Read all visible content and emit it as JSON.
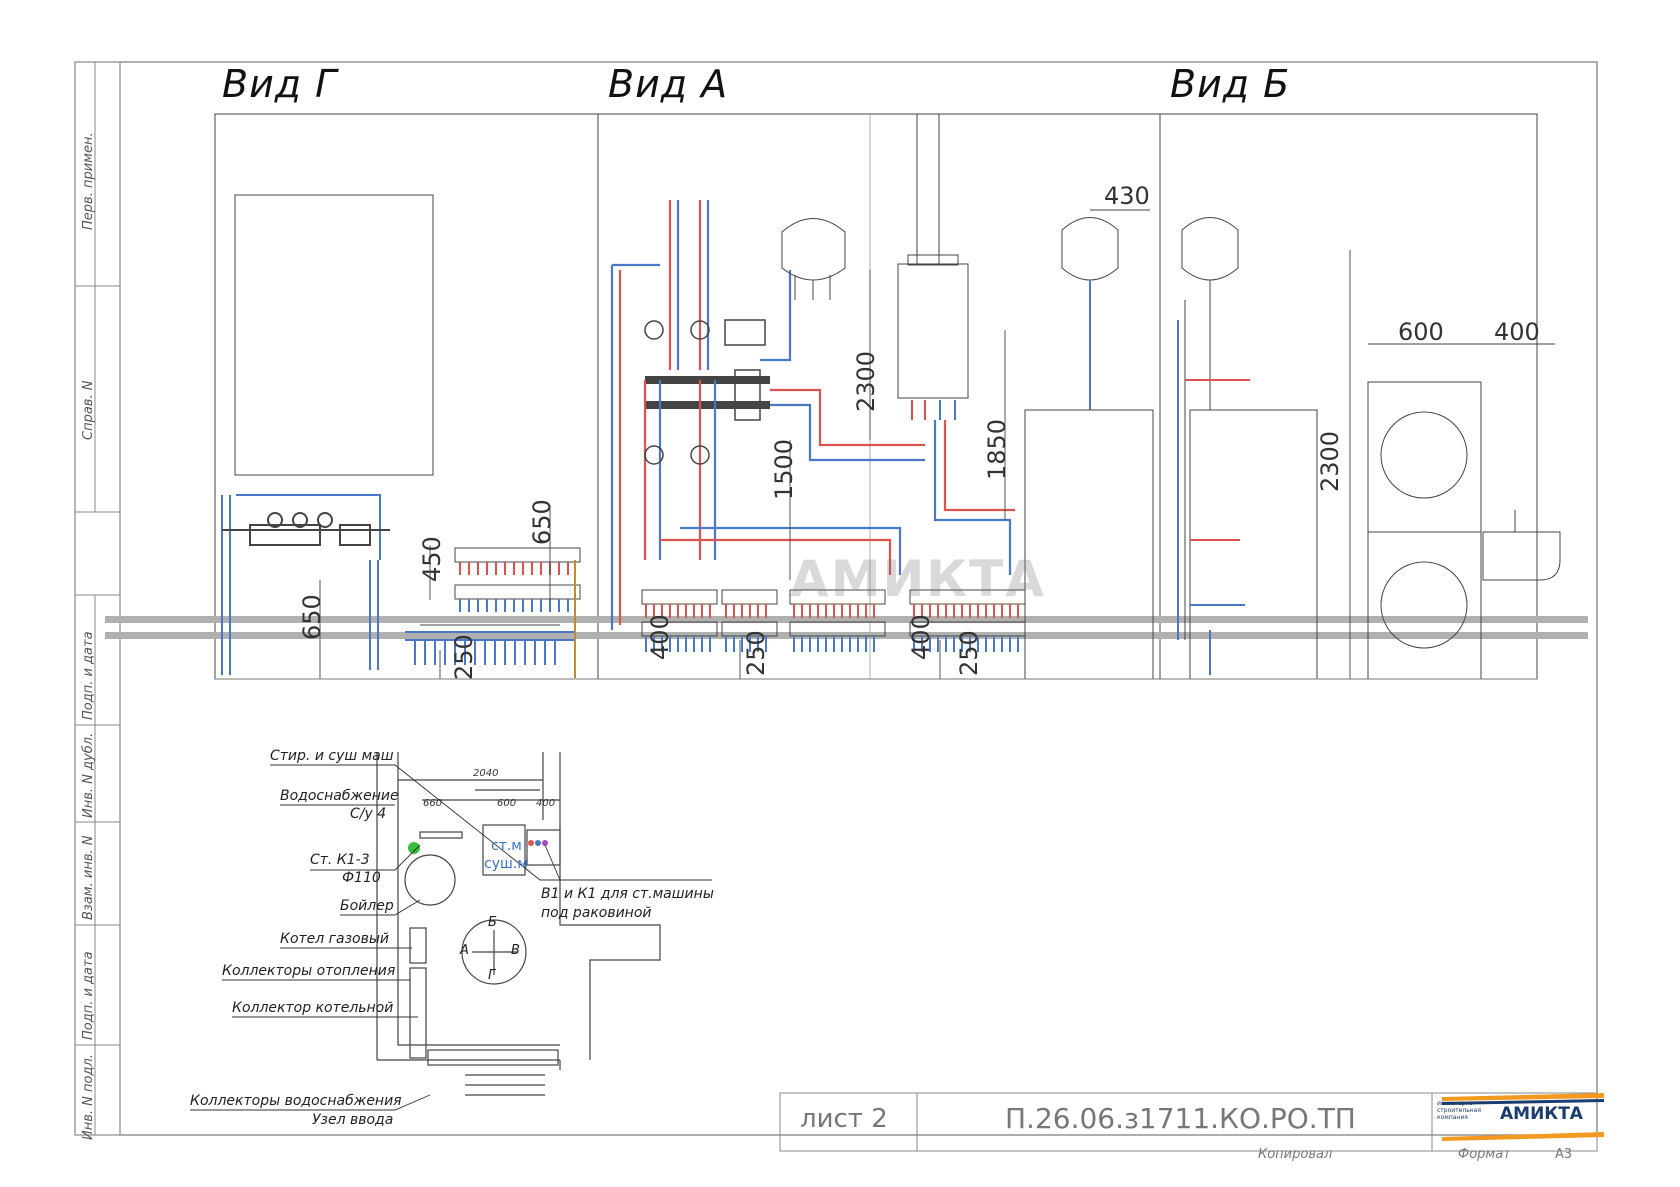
{
  "views": {
    "g": "Вид Г",
    "a": "Вид А",
    "b": "Вид Б"
  },
  "side_labels": [
    "Перв. примен.",
    "Справ. N",
    "Подп. и дата",
    "Инв. N дубл.",
    "Взам. инв. N",
    "Подп. и дата",
    "Инв. N подл."
  ],
  "dimensions": {
    "d430": "430",
    "d600": "600",
    "d400": "400",
    "d2300a": "2300",
    "d1850": "1850",
    "d1500": "1500",
    "d2300b": "2300",
    "d650a": "650",
    "d650b": "650",
    "d450": "450",
    "d250a": "250",
    "d250b": "250",
    "d250c": "250",
    "d400a": "400",
    "d400b": "400"
  },
  "watermark": "АМИКТА",
  "plan": {
    "dim_2040": "2040",
    "dim_660": "660",
    "dim_600": "600",
    "dim_400": "400",
    "washer_label_1": "ст.м",
    "washer_label_2": "суш.м",
    "compass": {
      "n": "Б",
      "s": "Г",
      "w": "А",
      "e": "В"
    }
  },
  "legend": [
    "Стир. и суш маш",
    "Водоснабжение",
    "С/у 4",
    "Ст. К1-3",
    "Ф110",
    "Бойлер",
    "Котел газовый",
    "Коллекторы отопления",
    "Коллектор котельной",
    "Коллекторы водоснабжения",
    "Узел ввода"
  ],
  "note_right": [
    "В1 и К1 для ст.машины",
    "под раковиной"
  ],
  "title_block": {
    "sheet": "лист 2",
    "code": "П.26.06.з1711.КО.РО.ТП",
    "copied": "Копировал",
    "format_label": "Формат",
    "format_value": "А3",
    "logo_name": "АМИКТА",
    "logo_sub": "инженерно строительная компания"
  },
  "colors": {
    "line": "#333333",
    "pipe_red": "#d9534f",
    "pipe_blue": "#4a78c4",
    "floor_band": "#b0b0b0",
    "logo_orange": "#f29a1f",
    "logo_blue": "#1a3d6e"
  }
}
